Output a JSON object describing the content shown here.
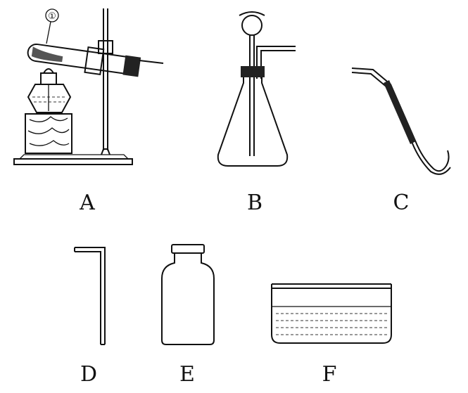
{
  "labels": {
    "A": "A",
    "B": "B",
    "C": "C",
    "D": "D",
    "E": "E",
    "F": "F"
  },
  "marker": "①"
}
